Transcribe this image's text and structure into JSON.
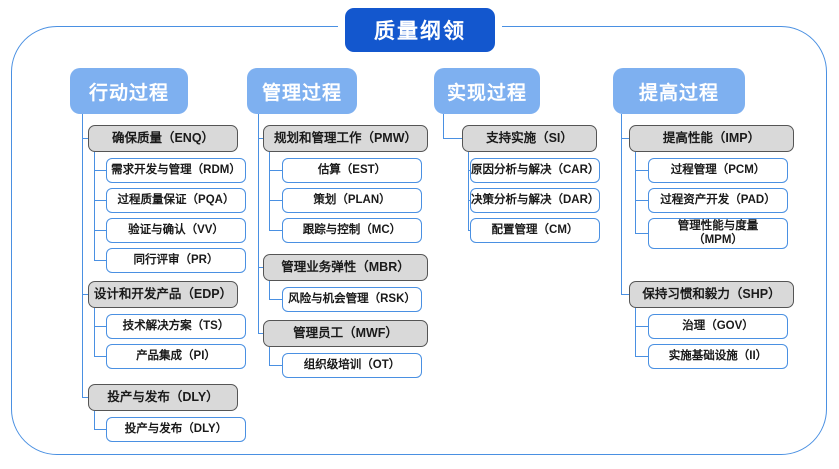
{
  "title": "质量纲领",
  "colors": {
    "root_fill": "#1357ce",
    "header_fill": "#7eb0f0",
    "category_fill": "#d9d9d9",
    "category_border": "#555555",
    "leaf_border": "#4a90e2",
    "frame_border": "#4a90e2"
  },
  "columns": [
    {
      "header": "行动过程",
      "groups": [
        {
          "category": "确保质量（ENQ）",
          "items": [
            "需求开发与管理（RDM）",
            "过程质量保证（PQA）",
            "验证与确认（VV）",
            "同行评审（PR）"
          ]
        },
        {
          "category": "设计和开发产品（EDP）",
          "items": [
            "技术解决方案（TS）",
            "产品集成（PI）"
          ]
        },
        {
          "category": "投产与发布（DLY）",
          "items": [
            "投产与发布（DLY）"
          ]
        }
      ]
    },
    {
      "header": "管理过程",
      "groups": [
        {
          "category": "规划和管理工作（PMW）",
          "items": [
            "估算（EST）",
            "策划（PLAN）",
            "跟踪与控制（MC）"
          ]
        },
        {
          "category": "管理业务弹性（MBR）",
          "items": [
            "风险与机会管理（RSK）"
          ]
        },
        {
          "category": "管理员工（MWF）",
          "items": [
            "组织级培训（OT）"
          ]
        }
      ]
    },
    {
      "header": "实现过程",
      "groups": [
        {
          "category": "支持实施（SI）",
          "items": [
            "原因分析与解决（CAR）",
            "决策分析与解决（DAR）",
            "配置管理（CM）"
          ]
        }
      ]
    },
    {
      "header": "提高过程",
      "groups": [
        {
          "category": "提高性能（IMP）",
          "items": [
            "过程管理（PCM）",
            "过程资产开发（PAD）",
            "管理性能与度量\n（MPM）"
          ]
        },
        {
          "category": "保持习惯和毅力（SHP）",
          "items": [
            "治理（GOV）",
            "实施基础设施（II）"
          ]
        }
      ]
    }
  ]
}
